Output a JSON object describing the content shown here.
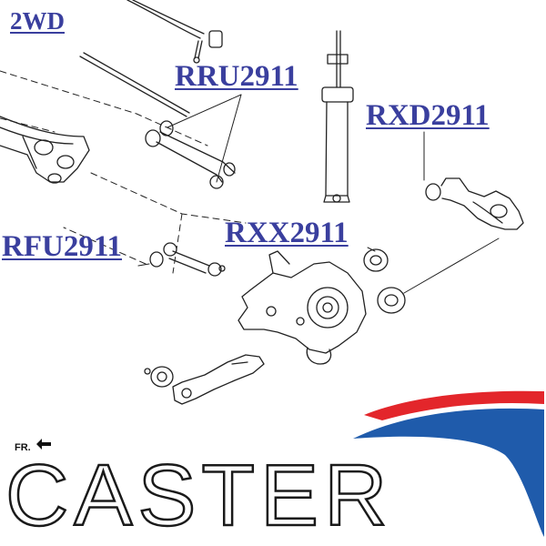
{
  "drivetrain_label": "2WD",
  "parts": {
    "upper_arm": "RRU2911",
    "lower_rear_arm": "RXD2911",
    "front_lower_arm": "RFU2911",
    "knuckle": "RXX2911"
  },
  "direction_marker": "FR.",
  "brand": {
    "name": "CASTER",
    "swoosh_red": "#e3262b",
    "swoosh_blue": "#1f5bab",
    "label_color": "#3a3f9e"
  }
}
